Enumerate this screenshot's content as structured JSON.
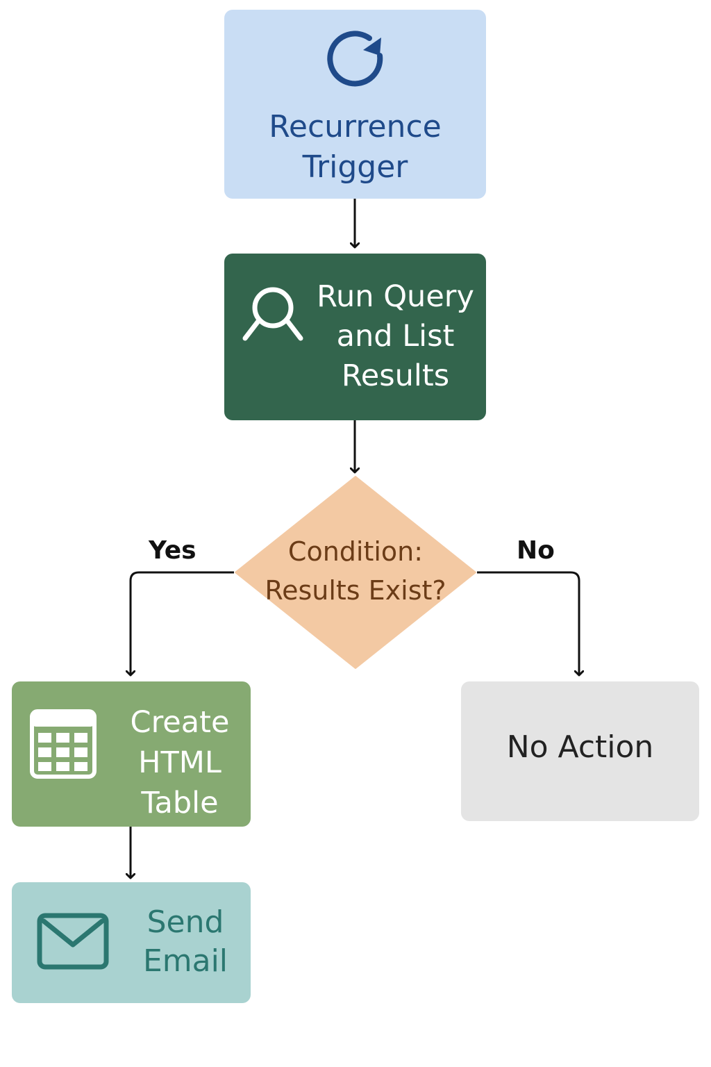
{
  "colors": {
    "trigger_fill": "#c9ddf4",
    "trigger_text": "#1f4a8a",
    "query_fill": "#33654d",
    "decision_fill": "#f3c9a3",
    "decision_text": "#6b3c17",
    "table_fill": "#86aa72",
    "noaction_fill": "#e4e4e4",
    "email_fill": "#a9d2d0",
    "email_text": "#2b7770",
    "connector": "#111111"
  },
  "nodes": {
    "trigger": {
      "icon": "refresh-icon",
      "lines": [
        "Recurrence",
        "Trigger"
      ]
    },
    "query": {
      "icon": "search-icon",
      "lines": [
        "Run Query",
        "and List",
        "Results"
      ]
    },
    "decision": {
      "lines": [
        "Condition:",
        "Results Exist?"
      ]
    },
    "table": {
      "icon": "table-icon",
      "lines": [
        "Create",
        "HTML",
        "Table"
      ]
    },
    "noaction": {
      "lines": [
        "No Action"
      ]
    },
    "email": {
      "icon": "email-icon",
      "lines": [
        "Send",
        "Email"
      ]
    }
  },
  "edges": {
    "yes_label": "Yes",
    "no_label": "No"
  }
}
